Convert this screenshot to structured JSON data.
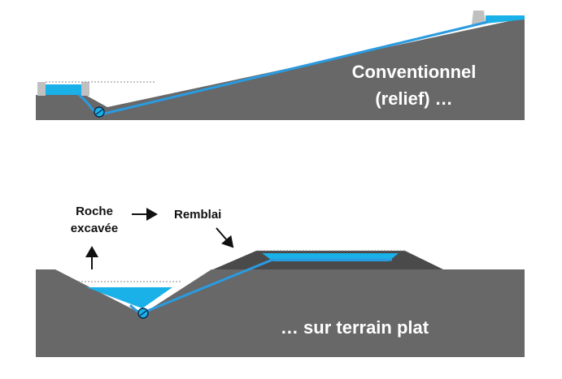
{
  "diagram": {
    "top": {
      "caption_line1": "Conventionnel",
      "caption_line2": "(relief) …"
    },
    "bottom": {
      "caption": "… sur terrain plat",
      "label_rock_line1": "Roche",
      "label_rock_line2": "excavée",
      "label_fill": "Remblai"
    }
  },
  "colors": {
    "ground": "#686868",
    "embankment": "#4a4a4a",
    "water": "#1ab0e8",
    "pipe": "#2a9be0",
    "wall": "#c0c0c0",
    "arrow": "#111111",
    "caption_text": "#ffffff",
    "label_text": "#111111"
  },
  "icons": {
    "turbine": "turbine-icon"
  }
}
